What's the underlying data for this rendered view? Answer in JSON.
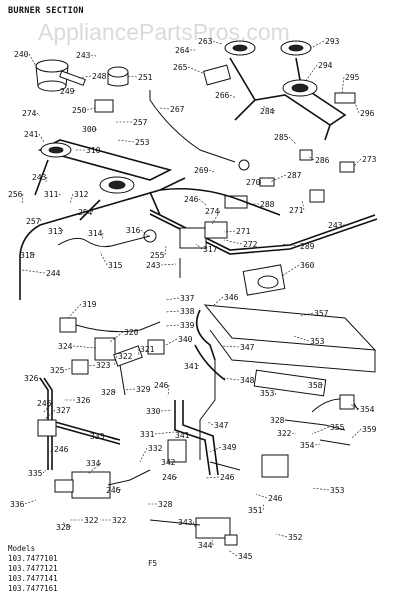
{
  "section_title": "BURNER SECTION",
  "watermark": "AppliancePartsPros.com",
  "models_heading": "Models",
  "models": [
    "103.7477101",
    "103.7477121",
    "103.7477141",
    "103.7477161"
  ],
  "figure_code": "F5",
  "callouts": [
    {
      "id": "c240",
      "num": "240"
    },
    {
      "id": "c243a",
      "num": "243"
    },
    {
      "id": "c248",
      "num": "248"
    },
    {
      "id": "c249",
      "num": "249"
    },
    {
      "id": "c251",
      "num": "251"
    },
    {
      "id": "c264",
      "num": "264"
    },
    {
      "id": "c265",
      "num": "265"
    },
    {
      "id": "c263",
      "num": "263"
    },
    {
      "id": "c293",
      "num": "293"
    },
    {
      "id": "c294",
      "num": "294"
    },
    {
      "id": "c295",
      "num": "295"
    },
    {
      "id": "c296",
      "num": "296"
    },
    {
      "id": "c266",
      "num": "266"
    },
    {
      "id": "c284",
      "num": "284"
    },
    {
      "id": "c267",
      "num": "267"
    },
    {
      "id": "c274a",
      "num": "274"
    },
    {
      "id": "c250",
      "num": "250"
    },
    {
      "id": "c257a",
      "num": "257"
    },
    {
      "id": "c300",
      "num": "300"
    },
    {
      "id": "c241",
      "num": "241"
    },
    {
      "id": "c253",
      "num": "253"
    },
    {
      "id": "c310",
      "num": "310"
    },
    {
      "id": "c285",
      "num": "285"
    },
    {
      "id": "c286",
      "num": "286"
    },
    {
      "id": "c273",
      "num": "273"
    },
    {
      "id": "c269",
      "num": "269"
    },
    {
      "id": "c287",
      "num": "287"
    },
    {
      "id": "c270",
      "num": "270"
    },
    {
      "id": "c243b",
      "num": "243"
    },
    {
      "id": "c311",
      "num": "311"
    },
    {
      "id": "c312",
      "num": "312"
    },
    {
      "id": "c256",
      "num": "256"
    },
    {
      "id": "c254",
      "num": "254"
    },
    {
      "id": "c246a",
      "num": "246"
    },
    {
      "id": "c274b",
      "num": "274"
    },
    {
      "id": "c288",
      "num": "288"
    },
    {
      "id": "c271a",
      "num": "271"
    },
    {
      "id": "c257b",
      "num": "257"
    },
    {
      "id": "c313",
      "num": "313"
    },
    {
      "id": "c314",
      "num": "314"
    },
    {
      "id": "c316",
      "num": "316"
    },
    {
      "id": "c271b",
      "num": "271"
    },
    {
      "id": "c243c",
      "num": "243"
    },
    {
      "id": "c318",
      "num": "318"
    },
    {
      "id": "c315",
      "num": "315"
    },
    {
      "id": "c317",
      "num": "317"
    },
    {
      "id": "c272",
      "num": "272"
    },
    {
      "id": "c289",
      "num": "289"
    },
    {
      "id": "c255",
      "num": "255"
    },
    {
      "id": "c243d",
      "num": "243"
    },
    {
      "id": "c244",
      "num": "244"
    },
    {
      "id": "c360",
      "num": "360"
    },
    {
      "id": "c337",
      "num": "337"
    },
    {
      "id": "c346",
      "num": "346"
    },
    {
      "id": "c338",
      "num": "338"
    },
    {
      "id": "c357",
      "num": "357"
    },
    {
      "id": "c319",
      "num": "319"
    },
    {
      "id": "c339",
      "num": "339"
    },
    {
      "id": "c320",
      "num": "320"
    },
    {
      "id": "c340",
      "num": "340"
    },
    {
      "id": "c324",
      "num": "324"
    },
    {
      "id": "c321",
      "num": "321"
    },
    {
      "id": "c322a",
      "num": "322"
    },
    {
      "id": "c347",
      "num": "347"
    },
    {
      "id": "c353a",
      "num": "353"
    },
    {
      "id": "c323",
      "num": "323"
    },
    {
      "id": "c325",
      "num": "325"
    },
    {
      "id": "c341a",
      "num": "341"
    },
    {
      "id": "c326a",
      "num": "326"
    },
    {
      "id": "c348",
      "num": "348"
    },
    {
      "id": "c358",
      "num": "358"
    },
    {
      "id": "c328a",
      "num": "328"
    },
    {
      "id": "c329",
      "num": "329"
    },
    {
      "id": "c246b",
      "num": "246"
    },
    {
      "id": "c326b",
      "num": "326"
    },
    {
      "id": "c353b",
      "num": "353"
    },
    {
      "id": "c246c",
      "num": "246"
    },
    {
      "id": "c327",
      "num": "327"
    },
    {
      "id": "c354a",
      "num": "354"
    },
    {
      "id": "c330",
      "num": "330"
    },
    {
      "id": "c328b",
      "num": "328"
    },
    {
      "id": "c322b",
      "num": "322"
    },
    {
      "id": "c333",
      "num": "333"
    },
    {
      "id": "c331",
      "num": "331"
    },
    {
      "id": "c341b",
      "num": "341"
    },
    {
      "id": "c347b",
      "num": "347"
    },
    {
      "id": "c354b",
      "num": "354"
    },
    {
      "id": "c355",
      "num": "355"
    },
    {
      "id": "c359",
      "num": "359"
    },
    {
      "id": "c349",
      "num": "349"
    },
    {
      "id": "c246d",
      "num": "246"
    },
    {
      "id": "c332",
      "num": "332"
    },
    {
      "id": "c342",
      "num": "342"
    },
    {
      "id": "c335",
      "num": "335"
    },
    {
      "id": "c334",
      "num": "334"
    },
    {
      "id": "c246e",
      "num": "246"
    },
    {
      "id": "c246f",
      "num": "246"
    },
    {
      "id": "c246g",
      "num": "246"
    },
    {
      "id": "c353c",
      "num": "353"
    },
    {
      "id": "c336",
      "num": "336"
    },
    {
      "id": "c328c",
      "num": "328"
    },
    {
      "id": "c351",
      "num": "351"
    },
    {
      "id": "c246h",
      "num": "246"
    },
    {
      "id": "c322c",
      "num": "322"
    },
    {
      "id": "c322d",
      "num": "322"
    },
    {
      "id": "c343",
      "num": "343"
    },
    {
      "id": "c328d",
      "num": "328"
    },
    {
      "id": "c352",
      "num": "352"
    },
    {
      "id": "c344",
      "num": "344"
    },
    {
      "id": "c345",
      "num": "345"
    }
  ]
}
